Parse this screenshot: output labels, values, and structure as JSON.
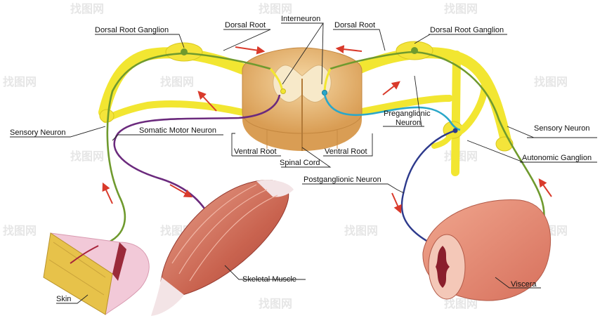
{
  "labels": {
    "dorsal_root_ganglion_left": "Dorsal Root Ganglion",
    "dorsal_root_left": "Dorsal Root",
    "interneuron": "Interneuron",
    "dorsal_root_right": "Dorsal Root",
    "dorsal_root_ganglion_right": "Dorsal Root Ganglion",
    "sensory_neuron_left": "Sensory Neuron",
    "somatic_motor_neuron": "Somatic Motor Neuron",
    "preganglionic_neuron": [
      "Preganglionic",
      "Neuron"
    ],
    "sensory_neuron_right": "Sensory Neuron",
    "ventral_root_left": "Ventral Root",
    "ventral_root_right": "Ventral Root",
    "spinal_cord": "Spinal Cord",
    "autonomic_ganglion": "Autonomic Ganglion",
    "postganglionic_neuron": "Postganglionic Neuron",
    "skeletal_muscle": "Skeletal Muscle",
    "skin": "Skin",
    "viscera": "Viscera"
  },
  "watermark": "找图网",
  "colors": {
    "nerve": "#f2e631",
    "sensory_fiber": "#6f9a2e",
    "motor_fiber": "#6b2a7d",
    "preganglionic_fiber": "#2aa7c9",
    "postganglionic_fiber": "#2d3a8c",
    "arrow": "#d93a2b",
    "muscle": "#c96a55",
    "viscera": "#e08a72",
    "skin": "#f2c9d8",
    "cord": "#e8b97a"
  }
}
